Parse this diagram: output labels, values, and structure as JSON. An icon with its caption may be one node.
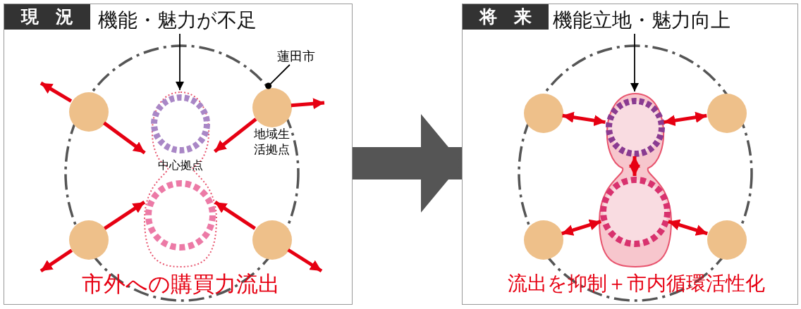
{
  "diagram": {
    "nodes": [
      {
        "text": [
          "現況"
        ]
      },
      {
        "text": [
          "機能・魅力が不足"
        ],
        "in": 0
      },
      {
        "text": [],
        "shape": "circle",
        "in": 0
      },
      {
        "text": [
          "蓮田市"
        ],
        "in": 0
      },
      {
        "text": [
          "中心拠点"
        ],
        "in": 2
      },
      {
        "text": [],
        "shape": "circle",
        "in": 4
      },
      {
        "text": [],
        "shape": "circle",
        "in": 4
      },
      {
        "text": [],
        "shape": "circle",
        "in": 2
      },
      {
        "text": [],
        "shape": "circle",
        "in": 2,
        "beside": [
          "地域生活拠点"
        ]
      },
      {
        "text": [],
        "shape": "circle",
        "in": 2
      },
      {
        "text": [],
        "shape": "circle",
        "in": 2
      },
      {
        "text": [
          "将来"
        ]
      },
      {
        "text": [
          "機能立地・魅力向上"
        ],
        "in": 11
      },
      {
        "text": [],
        "shape": "circle",
        "in": 11
      },
      {
        "text": [],
        "shape": "capsule",
        "in": 13
      },
      {
        "text": [],
        "shape": "circle",
        "in": 14
      },
      {
        "text": [],
        "shape": "circle",
        "in": 14
      },
      {
        "text": [],
        "shape": "circle",
        "in": 13
      },
      {
        "text": [],
        "shape": "circle",
        "in": 13
      },
      {
        "text": [],
        "shape": "circle",
        "in": 13
      },
      {
        "text": [],
        "shape": "circle",
        "in": 13
      }
    ],
    "edges": [
      {
        "from": 1,
        "to": 4,
        "arrow": "to",
        "color": "#000000"
      },
      {
        "from": 3,
        "to": 2,
        "arrow": "other",
        "color": "#000000"
      },
      {
        "from": 7,
        "to": null,
        "arrow": "to"
      },
      {
        "from": 7,
        "to": 4,
        "arrow": "to"
      },
      {
        "from": 8,
        "to": null,
        "arrow": "to"
      },
      {
        "from": 8,
        "to": 4,
        "arrow": "to"
      },
      {
        "from": 9,
        "to": null,
        "arrow": "to"
      },
      {
        "from": 9,
        "to": 4,
        "arrow": "to"
      },
      {
        "from": 10,
        "to": null,
        "arrow": "to"
      },
      {
        "from": 10,
        "to": 4,
        "arrow": "to"
      },
      {
        "from": 12,
        "to": 14,
        "arrow": "to",
        "color": "#000000"
      },
      {
        "from": 15,
        "to": 17,
        "arrow": "both"
      },
      {
        "from": 15,
        "to": 18,
        "arrow": "both"
      },
      {
        "from": 15,
        "to": 16,
        "arrow": "both"
      },
      {
        "from": 16,
        "to": 19,
        "arrow": "both"
      },
      {
        "from": 16,
        "to": 20,
        "arrow": "both"
      },
      {
        "from": 0,
        "to": 11,
        "arrow": "to",
        "style": "thick",
        "color": "#555555"
      }
    ],
    "labels": [
      "市外への購買力流出",
      "流出を抑制＋市内循環活性化"
    ]
  }
}
